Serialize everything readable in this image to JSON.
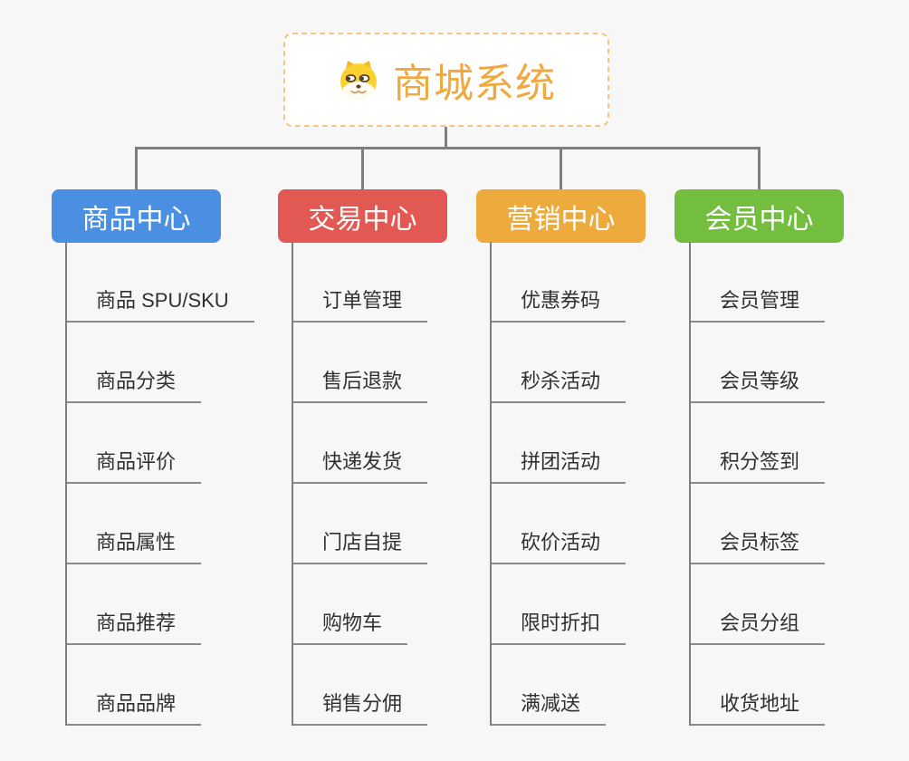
{
  "page": {
    "background": "#F7F7F7",
    "connector_color": "#7E7E7E"
  },
  "root": {
    "title": "商城系统",
    "icon": "doge-icon",
    "text_color": "#F0A93F",
    "border_color": "#F6C583"
  },
  "branches": [
    {
      "label": "商品中心",
      "color": "#4B8FE2",
      "children": [
        "商品 SPU/SKU",
        "商品分类",
        "商品评价",
        "商品属性",
        "商品推荐",
        "商品品牌"
      ]
    },
    {
      "label": "交易中心",
      "color": "#E25852",
      "children": [
        "订单管理",
        "售后退款",
        "快递发货",
        "门店自提",
        "购物车",
        "销售分佣"
      ]
    },
    {
      "label": "营销中心",
      "color": "#EDAA3D",
      "children": [
        "优惠券码",
        "秒杀活动",
        "拼团活动",
        "砍价活动",
        "限时折扣",
        "满减送"
      ]
    },
    {
      "label": "会员中心",
      "color": "#73BE3E",
      "children": [
        "会员管理",
        "会员等级",
        "积分签到",
        "会员标签",
        "会员分组",
        "收货地址"
      ]
    }
  ]
}
